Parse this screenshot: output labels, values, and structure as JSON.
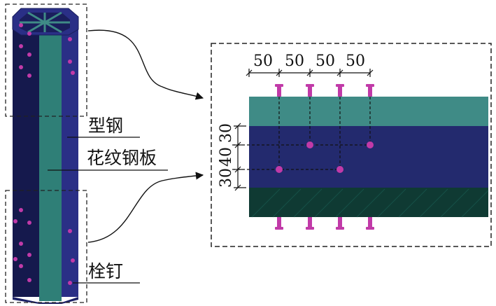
{
  "labels": {
    "steel": "型钢",
    "checkered_plate": "花纹钢板",
    "stud": "栓钉"
  },
  "dimensions": {
    "horizontal": [
      "50",
      "50",
      "50",
      "50"
    ],
    "vertical": [
      "30",
      "40",
      "30"
    ]
  },
  "colors": {
    "top_layer": "#3f8b86",
    "middle_layer": "#232a6e",
    "bottom_layer": "#0f3a33",
    "stud": "#c13aa8",
    "column_dark": "#15194d",
    "column_teal": "#2f7f77",
    "column_blue": "#2a2f86"
  }
}
